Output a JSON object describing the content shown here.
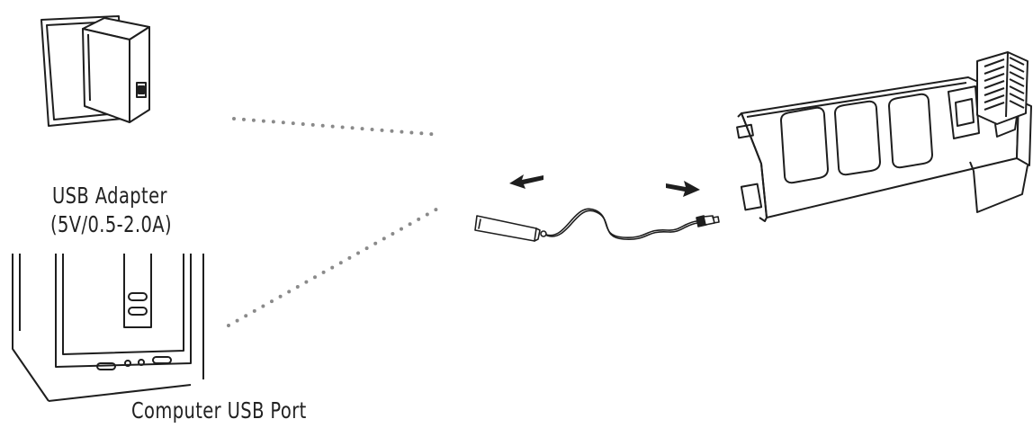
{
  "labels": {
    "usb_adapter": "USB Adapter",
    "usb_adapter_spec": "(5V/0.5-2.0A)",
    "computer_port": "Computer USB Port"
  },
  "colors": {
    "line": "#1e1e1e",
    "dots": "#8a8a8a",
    "background": "#ffffff"
  },
  "icons": {
    "adapter": "usb-wall-adapter-icon",
    "computer": "computer-tower-icon",
    "cable": "usb-charging-cable-icon",
    "battery": "drone-battery-icon",
    "arrow_left": "arrow-left-icon",
    "arrow_right": "arrow-right-icon"
  }
}
